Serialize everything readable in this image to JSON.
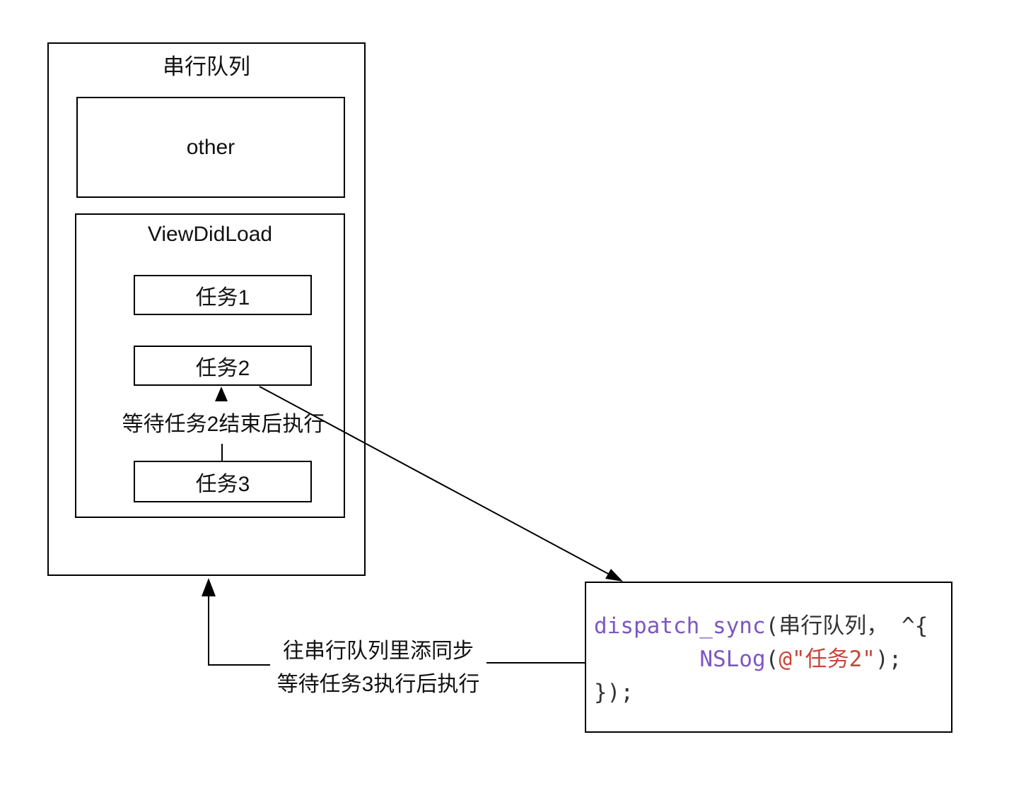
{
  "diagram": {
    "serial_queue": {
      "title": "串行队列",
      "other_label": "other",
      "viewdidload": {
        "title": "ViewDidLoad",
        "task1": "任务1",
        "task2": "任务2",
        "task3": "任务3",
        "wait_note": "等待任务2结束后执行"
      }
    },
    "sync_note": {
      "line1": "往串行队列里添同步",
      "line2": "等待任务3执行后执行"
    },
    "code": {
      "line1_fn": "dispatch_sync",
      "line1_rest": "(串行队列， ^{",
      "line2_indent": "        ",
      "line2_fn": "NSLog",
      "line2_open": "(",
      "line2_str": "@\"任务2\"",
      "line2_close": ");",
      "line3": "});"
    },
    "colors": {
      "line_color": "#000000",
      "code_function": "#7d57c1",
      "code_string": "#c5473a",
      "code_plain": "#333333"
    }
  }
}
